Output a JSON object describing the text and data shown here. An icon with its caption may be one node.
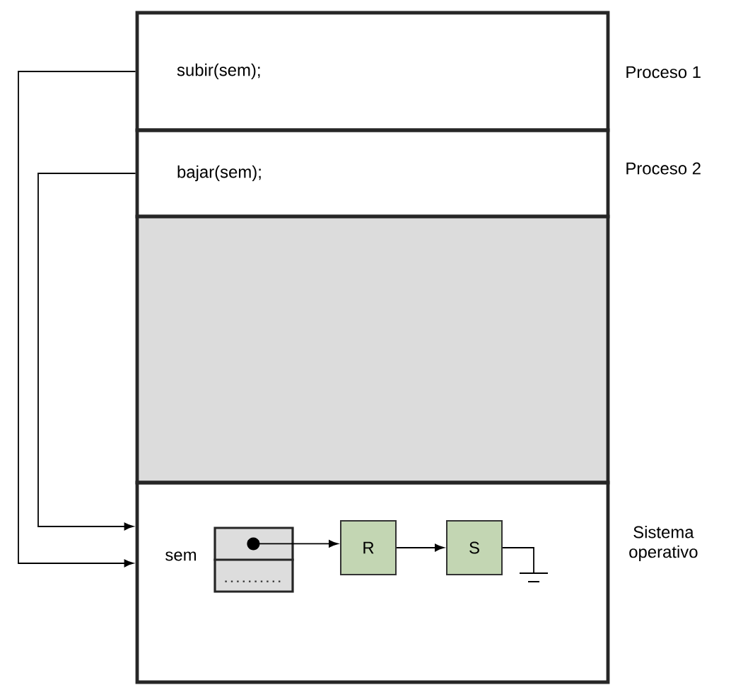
{
  "diagram": {
    "nodes": [
      {
        "text": [
          "subir(sem);"
        ],
        "beside": [
          "Proceso 1"
        ]
      },
      {
        "text": [
          "bajar(sem);"
        ],
        "beside": [
          "Proceso 2"
        ]
      },
      {
        "text": [],
        "shape": "box"
      },
      {
        "text": [
          "sem"
        ],
        "beside": [
          "Sistema operativo"
        ]
      },
      {
        "text": [],
        "shape": "box",
        "in": 3
      },
      {
        "text": [
          "R"
        ],
        "in": 3
      },
      {
        "text": [
          "S"
        ],
        "in": 3
      }
    ],
    "edges": [
      {
        "from": 0,
        "to": 3,
        "arrow": "to"
      },
      {
        "from": 1,
        "to": 3,
        "arrow": "to"
      },
      {
        "from": 4,
        "to": 5,
        "arrow": "to"
      },
      {
        "from": 5,
        "to": 6,
        "arrow": "to"
      },
      {
        "from": 6,
        "to": null,
        "arrow": "none"
      }
    ]
  }
}
